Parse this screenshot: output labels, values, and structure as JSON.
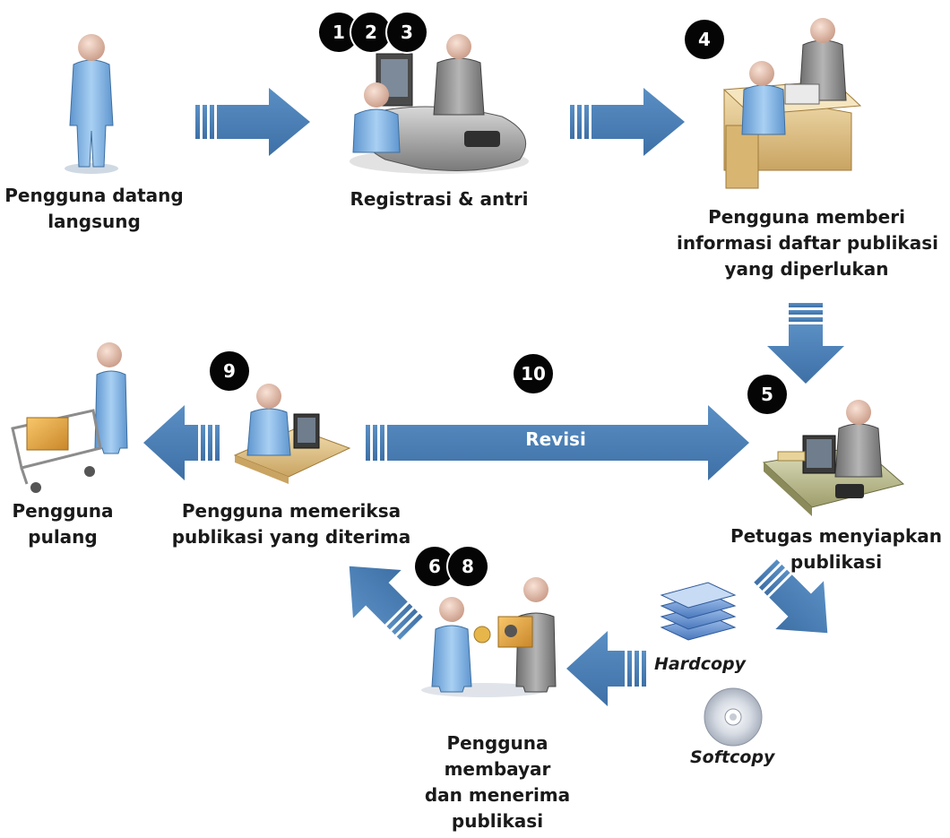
{
  "steps": {
    "s1": "Pengguna datang langsung",
    "s2": "Registrasi & antri",
    "s3": [
      "Pengguna memberi",
      "informasi daftar publikasi",
      "yang diperlukan"
    ],
    "s4": [
      "Petugas menyiapkan",
      "publikasi"
    ],
    "s5": [
      "Pengguna",
      "membayar",
      "dan menerima",
      "publikasi"
    ],
    "s6": [
      "Pengguna memeriksa",
      "publikasi yang diterima"
    ],
    "s7": [
      "Pengguna",
      "pulang"
    ]
  },
  "step1_lines": [
    "Pengguna datang",
    "langsung"
  ],
  "media": {
    "hardcopy": "Hardcopy",
    "softcopy": "Softcopy"
  },
  "arrow_label": "Revisi",
  "badges": {
    "b1": "1",
    "b2": "2",
    "b3": "3",
    "b4": "4",
    "b5": "5",
    "b6": "6",
    "b8": "8",
    "b9": "9",
    "b10": "10"
  },
  "colors": {
    "arrow": "#4a7fb5",
    "arrow_dark": "#3a6a9e",
    "person_user": "#8ab8e6",
    "person_staff": "#8c8c8c",
    "badge": "#050505"
  }
}
